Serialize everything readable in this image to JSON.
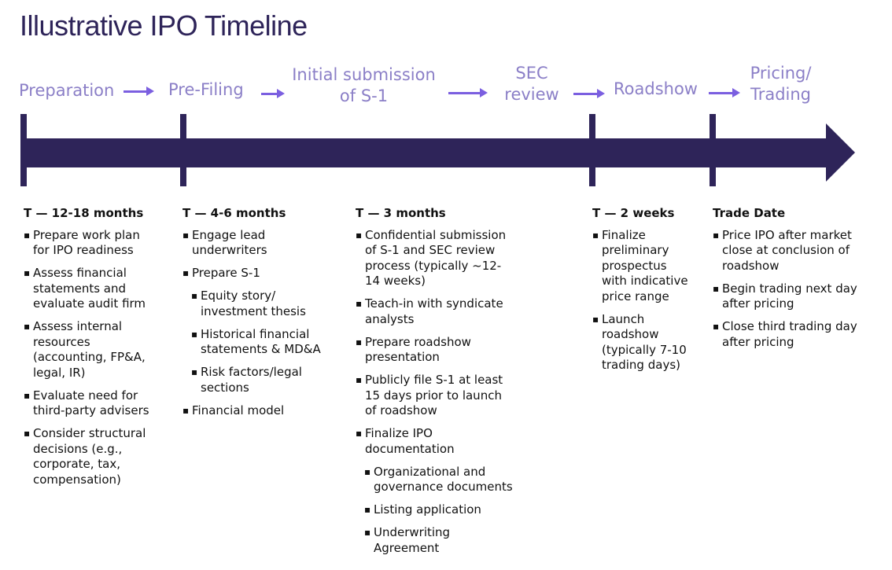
{
  "title": "Illustrative IPO Timeline",
  "stages": [
    "Preparation",
    "Pre-Filing",
    "Initial submission of S-1",
    "SEC review",
    "Roadshow",
    "Pricing/ Trading"
  ],
  "colors": {
    "bar": "#2E2459",
    "stage_text": "#8B7FC7",
    "arrow": "#7B5FE0"
  },
  "columns": [
    {
      "heading": "T — 12-18 months",
      "items": [
        {
          "t": "Prepare work plan for IPO readiness"
        },
        {
          "t": "Assess financial statements and evaluate audit firm"
        },
        {
          "t": "Assess internal resources (accounting, FP&A, legal, IR)"
        },
        {
          "t": "Evaluate need for third-party advisers"
        },
        {
          "t": "Consider structural decisions (e.g., corporate, tax, compensation)"
        }
      ]
    },
    {
      "heading": "T — 4-6 months",
      "items": [
        {
          "t": "Engage lead underwriters"
        },
        {
          "t": "Prepare S-1"
        },
        {
          "t": "Equity story/ investment thesis",
          "sub": true
        },
        {
          "t": "Historical financial statements & MD&A",
          "sub": true
        },
        {
          "t": "Risk factors/legal sections",
          "sub": true
        },
        {
          "t": "Financial model"
        }
      ]
    },
    {
      "heading": "T — 3 months",
      "items": [
        {
          "t": "Confidential submission of S-1 and SEC review process (typically ~12-14 weeks)"
        },
        {
          "t": "Teach-in with syndicate analysts"
        },
        {
          "t": "Prepare roadshow presentation"
        },
        {
          "t": "Publicly file S-1 at least 15 days prior to launch of roadshow"
        },
        {
          "t": "Finalize IPO documentation"
        },
        {
          "t": "Organizational and governance documents",
          "sub": true
        },
        {
          "t": "Listing application",
          "sub": true
        },
        {
          "t": "Underwriting Agreement",
          "sub": true
        }
      ]
    },
    {
      "heading": "T — 2 weeks",
      "items": [
        {
          "t": "Finalize preliminary prospectus with indicative price range"
        },
        {
          "t": "Launch roadshow (typically 7-10 trading days)"
        }
      ]
    },
    {
      "heading": "Trade Date",
      "items": [
        {
          "t": "Price IPO after market close at conclusion of roadshow"
        },
        {
          "t": "Begin trading next day after pricing"
        },
        {
          "t": "Close third trading day after pricing"
        }
      ]
    }
  ]
}
